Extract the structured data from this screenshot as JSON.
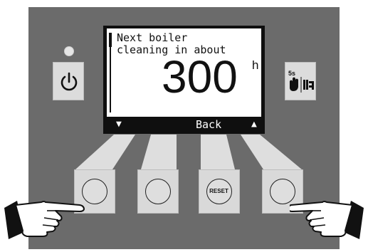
{
  "display": {
    "message_line1": "Next boiler",
    "message_line2": "cleaning in about",
    "value": "300",
    "unit": "h",
    "softkeys": {
      "left_symbol": "▼",
      "middle_label": "Back",
      "right_symbol": "▲"
    }
  },
  "buttons": {
    "reset_label": "RESET",
    "service_small_label": "5s"
  },
  "icons": {
    "power": "power-icon",
    "service": "hand-press-icon",
    "pointer": "pointing-hand-icon"
  },
  "colors": {
    "panel": "#6b6b6b",
    "button": "#d9d9d9",
    "display_frame": "#0f0f0f",
    "screen": "#ffffff"
  }
}
